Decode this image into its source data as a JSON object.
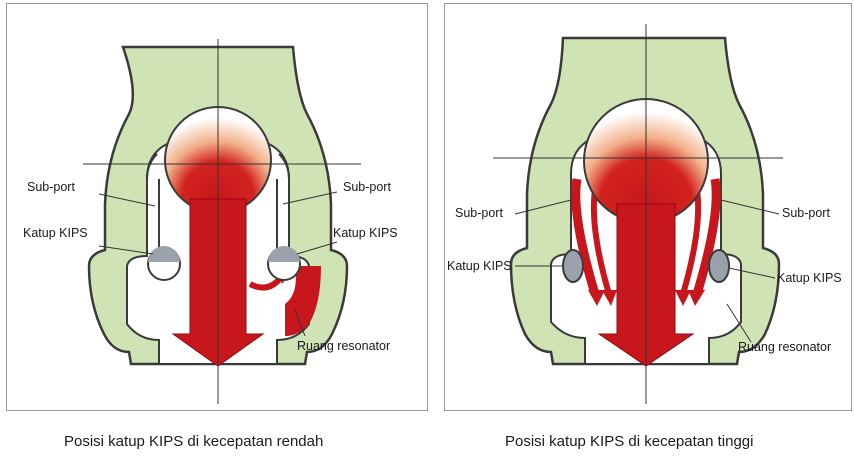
{
  "left_panel": {
    "sub_port_left": "Sub-port",
    "sub_port_right": "Sub-port",
    "katup_left": "Katup KIPS",
    "katup_right": "Katup KIPS",
    "ruang": "Ruang resonator",
    "caption": "Posisi katup KIPS di kecepatan rendah"
  },
  "right_panel": {
    "sub_port_left": "Sub-port",
    "sub_port_right": "Sub-port",
    "katup_left": "Katup KIPS",
    "katup_right": "Katup KIPS",
    "ruang": "Ruang resonator",
    "caption": "Posisi katup KIPS di kecepatan tinggi"
  },
  "colors": {
    "body_fill": "#cfe3b4",
    "outline": "#3a3a3a",
    "flow_red": "#c8161d",
    "valve_grey": "#9aa1ad"
  }
}
